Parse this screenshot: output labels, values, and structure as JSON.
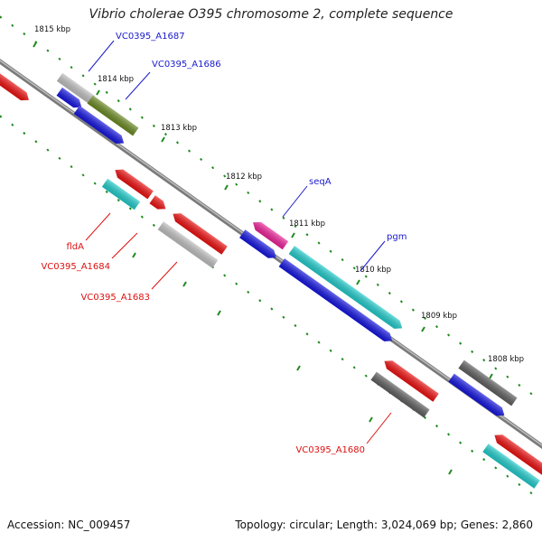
{
  "title": "Vibrio cholerae O395 chromosome 2, complete sequence",
  "footer": {
    "accession": "Accession: NC_009457",
    "summary": "Topology: circular; Length: 3,024,069 bp; Genes: 2,860"
  },
  "ruler_labels": [
    "1815 kbp",
    "1814 kbp",
    "1813 kbp",
    "1812 kbp",
    "1811 kbp",
    "1810 kbp",
    "1809 kbp",
    "1808 kbp"
  ],
  "gene_labels": [
    {
      "text": "VC0395_A1687",
      "color": "#1a1acc"
    },
    {
      "text": "VC0395_A1686",
      "color": "#1a1acc"
    },
    {
      "text": "seqA",
      "color": "#1a1acc"
    },
    {
      "text": "pgm",
      "color": "#1a1acc"
    },
    {
      "text": "fldA",
      "color": "#dd1111"
    },
    {
      "text": "VC0395_A1684",
      "color": "#dd1111"
    },
    {
      "text": "VC0395_A1683",
      "color": "#dd1111"
    },
    {
      "text": "VC0395_A1680",
      "color": "#dd1111"
    }
  ],
  "colors": {
    "red": "#ee1111",
    "blue": "#1515e0",
    "cyan": "#22cccc",
    "olive": "#6b8a23",
    "magenta": "#ee2299",
    "lightgray": "#c0c0c0",
    "darkgray": "#606060",
    "backbone": "#7a7a7a",
    "ticks": "#1f8a1f"
  }
}
